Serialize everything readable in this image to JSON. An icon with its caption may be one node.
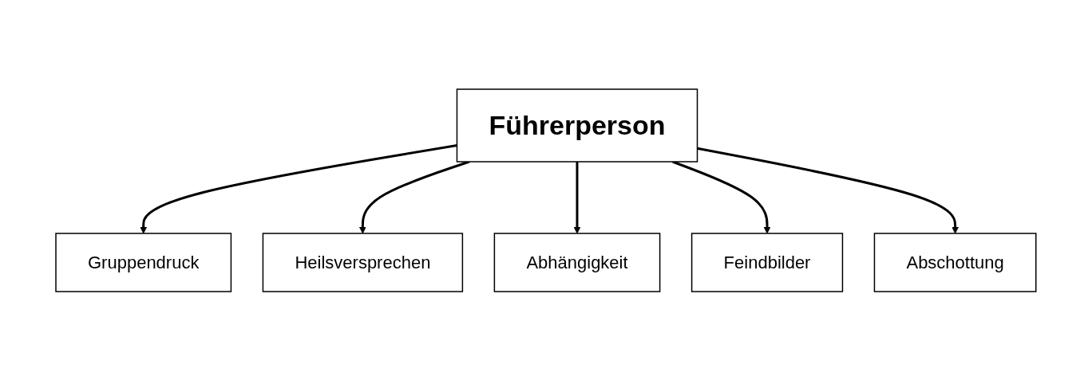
{
  "diagram": {
    "nodes": [
      {
        "text": [
          "Führerperson"
        ]
      },
      {
        "text": [
          "Gruppendruck"
        ]
      },
      {
        "text": [
          "Heilsversprechen"
        ]
      },
      {
        "text": [
          "Abhängigkeit"
        ]
      },
      {
        "text": [
          "Feindbilder"
        ]
      },
      {
        "text": [
          "Abschottung"
        ]
      }
    ],
    "edges": [
      {
        "from": 0,
        "to": 1,
        "arrow": "to"
      },
      {
        "from": 0,
        "to": 2,
        "arrow": "to"
      },
      {
        "from": 0,
        "to": 3,
        "arrow": "to"
      },
      {
        "from": 0,
        "to": 4,
        "arrow": "to"
      },
      {
        "from": 0,
        "to": 5,
        "arrow": "to"
      }
    ]
  }
}
